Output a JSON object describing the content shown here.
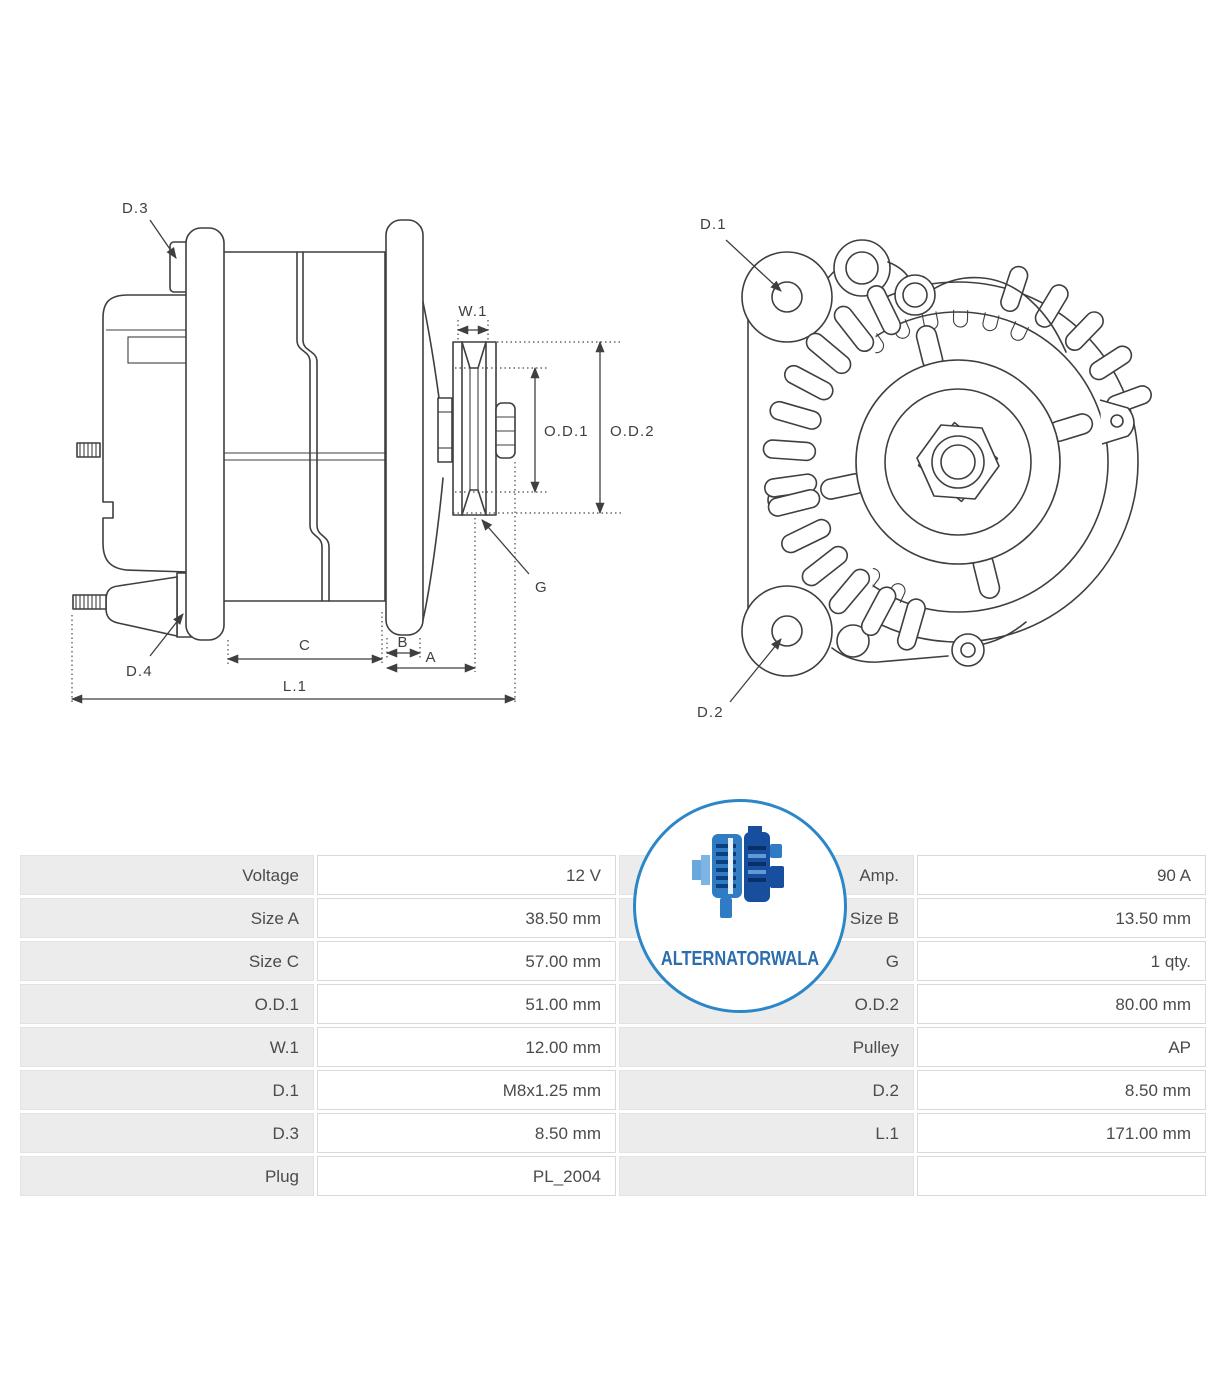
{
  "diagram": {
    "side_view": {
      "labels": {
        "d3": "D.3",
        "d4": "D.4",
        "w1": "W.1",
        "od1": "O.D.1",
        "od2": "O.D.2",
        "g": "G",
        "c": "C",
        "b": "B",
        "a": "A",
        "l1": "L.1"
      }
    },
    "front_view": {
      "labels": {
        "d1": "D.1",
        "d2": "D.2"
      }
    }
  },
  "logo": {
    "text": "ALTERNATORWALA"
  },
  "table": {
    "rows": [
      {
        "cells": [
          "Voltage",
          "12 V",
          "Amp.",
          "90 A"
        ]
      },
      {
        "cells": [
          "Size A",
          "38.50 mm",
          "Size B",
          "13.50 mm"
        ]
      },
      {
        "cells": [
          "Size C",
          "57.00 mm",
          "G",
          "1 qty."
        ]
      },
      {
        "cells": [
          "O.D.1",
          "51.00 mm",
          "O.D.2",
          "80.00 mm"
        ]
      },
      {
        "cells": [
          "W.1",
          "12.00 mm",
          "Pulley",
          "AP"
        ]
      },
      {
        "cells": [
          "D.1",
          "M8x1.25 mm",
          "D.2",
          "8.50 mm"
        ]
      },
      {
        "cells": [
          "D.3",
          "8.50 mm",
          "L.1",
          "171.00 mm"
        ]
      },
      {
        "cells": [
          "Plug",
          "PL_2004",
          "",
          ""
        ]
      }
    ]
  },
  "colors": {
    "accent_blue": "#2b87c8",
    "logo_text_blue": "#2b6dad",
    "table_label_bg": "#ececec",
    "table_border": "#d9d9d9",
    "text_dark": "#4b4b4b",
    "line_color": "#3f3f3f"
  }
}
